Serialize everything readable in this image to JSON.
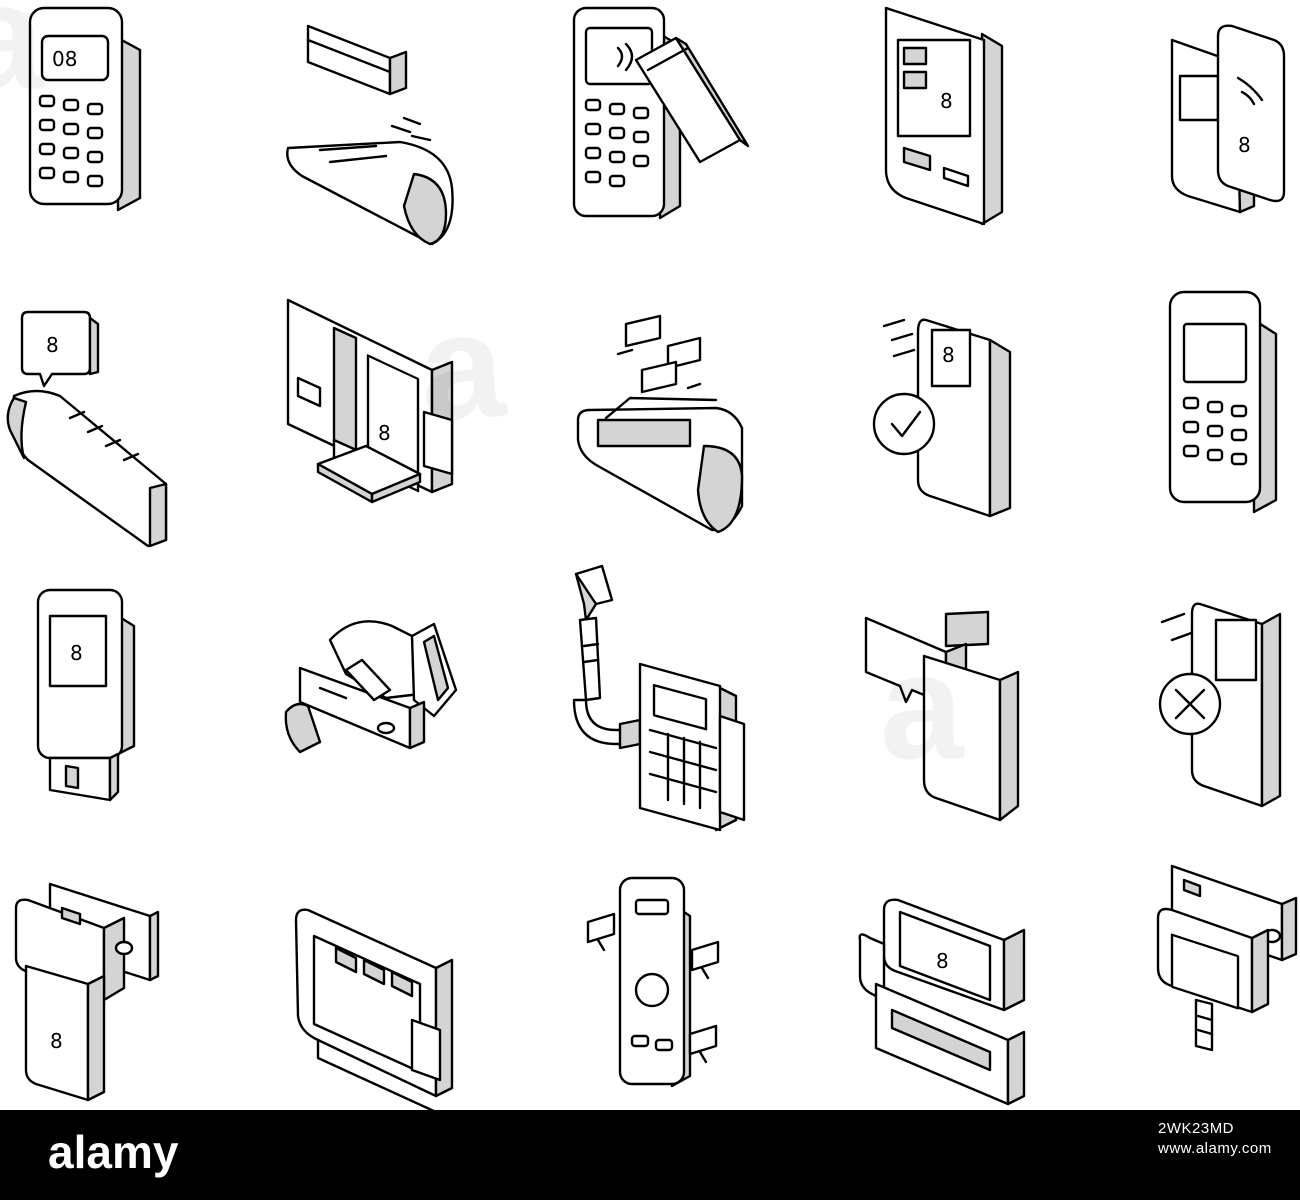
{
  "icons": [
    "keypad-terminal-icon",
    "card-swipe-reader-icon",
    "contactless-card-keypad-icon",
    "payment-kiosk-icon",
    "nfc-phone-terminal-icon",
    "terminal-dollar-bubble-icon",
    "pos-monitor-icon",
    "reader-money-flying-icon",
    "approved-payment-phone-icon",
    "handheld-terminal-icon",
    "card-dongle-icon",
    "hand-inserting-card-icon",
    "card-reader-cable-icon",
    "phone-chat-bubble-icon",
    "declined-payment-phone-icon",
    "card-insert-terminal-icon",
    "tablet-pos-icon",
    "remote-money-icon",
    "receipt-printer-icon",
    "card-reader-plug-icon"
  ],
  "colors": {
    "background": "#ffffff",
    "stroke": "#000000",
    "shade": "#d4d4d4",
    "footer": "#000000",
    "footer_text": "#ffffff"
  },
  "footer": {
    "logo_text": "alamy",
    "image_id": "2WK23MD",
    "site": "www.alamy.com"
  }
}
